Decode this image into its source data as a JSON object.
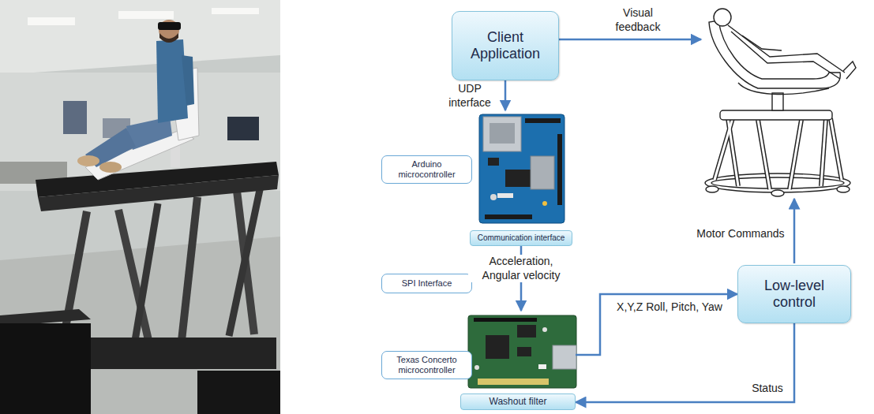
{
  "diagram": {
    "nodes": [
      {
        "text": [
          "Client Application"
        ]
      },
      {
        "text": [
          "Arduino microcontroller"
        ]
      },
      {
        "text": [
          "Communication interface"
        ]
      },
      {
        "text": [
          "SPI Interface"
        ]
      },
      {
        "text": [
          "Texas Concerto microcontroller"
        ]
      },
      {
        "text": [
          "Washout filter"
        ]
      },
      {
        "text": [
          "Low-level control"
        ]
      }
    ],
    "edges": [
      {
        "from": 0,
        "to": 2,
        "arrow": "to",
        "label": "UDP interface"
      },
      {
        "from": 2,
        "to": 5,
        "arrow": "to",
        "label": "Acceleration, Angular velocity"
      },
      {
        "from": 5,
        "to": 6,
        "arrow": "to",
        "label": "X,Y,Z Roll, Pitch, Yaw"
      },
      {
        "from": 6,
        "to": 5,
        "arrow": "to",
        "label": "Status"
      }
    ],
    "labels": [
      "Visual feedback",
      "Motor Commands"
    ]
  }
}
